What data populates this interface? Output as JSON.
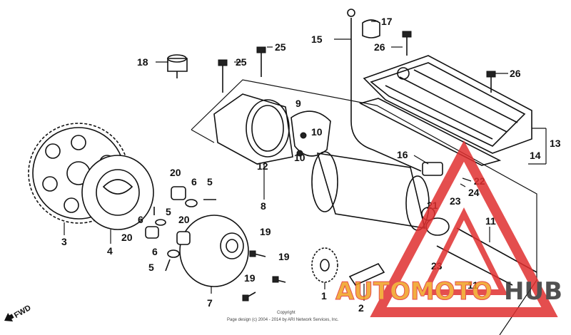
{
  "callouts": {
    "c1": "1",
    "c2": "2",
    "c3": "3",
    "c4": "4",
    "c5a": "5",
    "c5b": "5",
    "c5c": "5",
    "c6a": "6",
    "c6b": "6",
    "c6c": "6",
    "c7": "7",
    "c8": "8",
    "c9": "9",
    "c10a": "10",
    "c10b": "10",
    "c11a": "11",
    "c11b": "11",
    "c12": "12",
    "c13": "13",
    "c14": "14",
    "c15": "15",
    "c16": "16",
    "c17": "17",
    "c18": "18",
    "c19a": "19",
    "c19b": "19",
    "c19c": "19",
    "c20a": "20",
    "c20b": "20",
    "c20c": "20",
    "c21": "21",
    "c22": "22",
    "c23a": "23",
    "c23b": "23",
    "c24": "24",
    "c25a": "25",
    "c25b": "25",
    "c26a": "26",
    "c26b": "26"
  },
  "fwd_label": "FWD",
  "copyright": {
    "line1": "Copyright",
    "line2": "Page design (c) 2004 - 2014 by ARI Network Services, Inc."
  },
  "watermark": {
    "text_red": "AUTOMOTO",
    "text_dark": "HUB",
    "color_red": "#e03030",
    "color_orange": "#f0a020",
    "color_dark": "#333333"
  }
}
